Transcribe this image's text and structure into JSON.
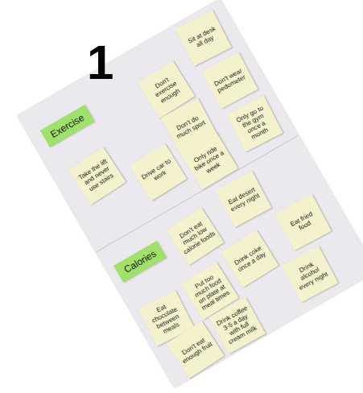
{
  "diagram": {
    "nodes": [
      {
        "text": [
          "Exercise"
        ]
      },
      {
        "text": [
          "Sit at desk all day"
        ],
        "in": 0
      },
      {
        "text": [
          "Don't exercise enough"
        ],
        "in": 0
      },
      {
        "text": [
          "Don't wear pedometer"
        ],
        "in": 0
      },
      {
        "text": [
          "Take the lift and never use stairs"
        ],
        "in": 0
      },
      {
        "text": [
          "Don't do much sport"
        ],
        "in": 0
      },
      {
        "text": [
          "Drive car to work"
        ],
        "in": 0
      },
      {
        "text": [
          "Only go to the gym once a month"
        ],
        "in": 0
      },
      {
        "text": [
          "Only ride bike once a week"
        ],
        "in": 0
      },
      {
        "text": [
          "Calories"
        ]
      },
      {
        "text": [
          "Eat desert every night"
        ],
        "in": 9
      },
      {
        "text": [
          "Don't eat much low calorie foods"
        ],
        "in": 9
      },
      {
        "text": [
          "Eat fried food"
        ],
        "in": 9
      },
      {
        "text": [
          "Drink coke once a day"
        ],
        "in": 9
      },
      {
        "text": [
          "Eat chocolate between meals"
        ],
        "in": 9
      },
      {
        "text": [
          "Put too much food on plate at meal times"
        ],
        "in": 9
      },
      {
        "text": [
          "Drink alcohol every night"
        ],
        "in": 9
      },
      {
        "text": [
          "Don't eat enough fruit"
        ],
        "in": 9
      },
      {
        "text": [
          "Drink coffee 3-5 a day with full cream milk"
        ],
        "in": 9
      }
    ],
    "labels": [
      "1"
    ]
  }
}
